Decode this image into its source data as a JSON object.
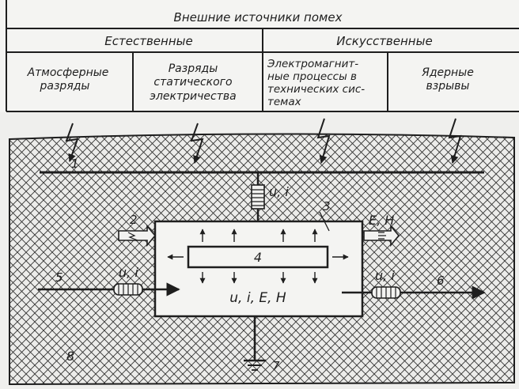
{
  "table": {
    "title": "Внешние   источники   помех",
    "natural": "Естественные",
    "artificial": "Искусственные",
    "atmospheric": [
      "Атмосферные",
      "разряды"
    ],
    "static": [
      "Разряды",
      "статического",
      "электричества"
    ],
    "em": [
      "Электромагнит-",
      "ные процессы в",
      "технических сис-",
      "темах"
    ],
    "nuclear": [
      "Ядерные",
      "взрывы"
    ]
  },
  "diagram": {
    "labels": {
      "n1": "1",
      "n2": "2",
      "n3": "3",
      "n4": "4",
      "n5": "5",
      "n6": "6",
      "n7": "7",
      "n8": "8"
    },
    "ui_top": "u, i",
    "ui_left": "u, i",
    "ui_right": "u, i",
    "eh": "E, H",
    "center": "u, i, E, H"
  }
}
